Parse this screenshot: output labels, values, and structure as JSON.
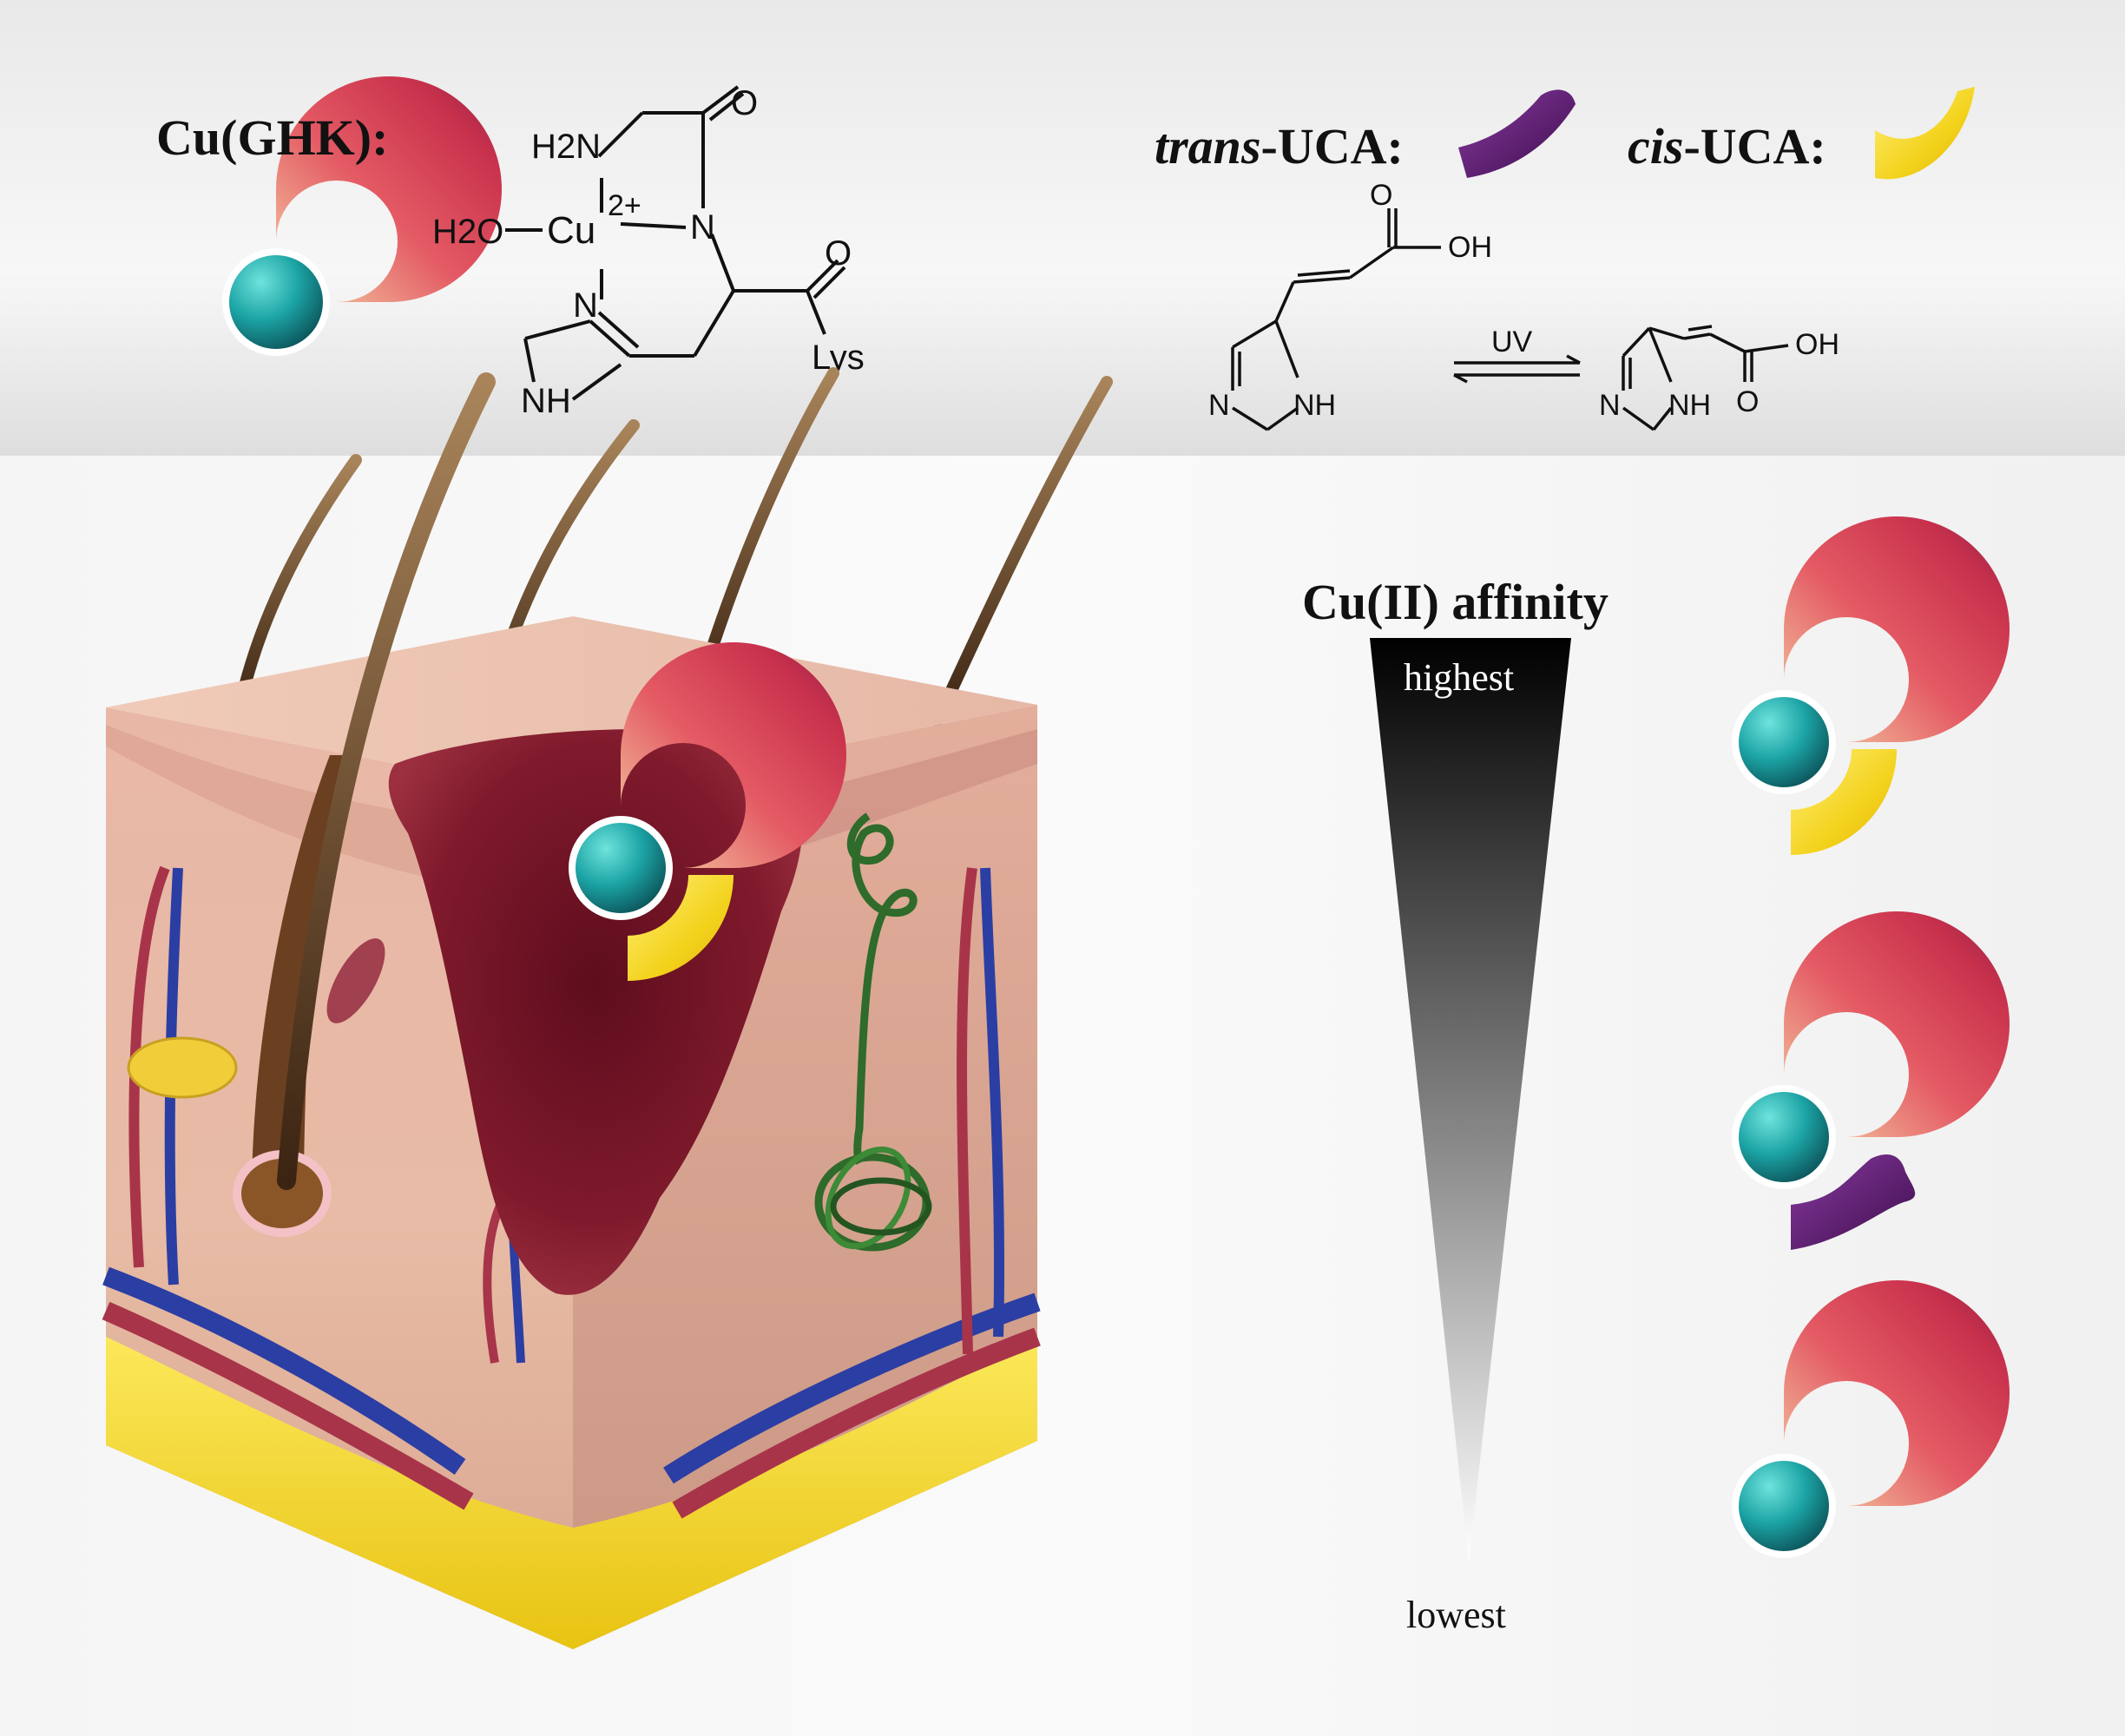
{
  "legend": {
    "cu_ghk_label": "Cu(GHK):",
    "trans_prefix": "trans",
    "trans_suffix": "-UCA:",
    "cis_prefix": "cis",
    "cis_suffix": "-UCA:"
  },
  "structure_cu_ghk": {
    "h2n": "H2N",
    "h2o": "H2O",
    "cu": "Cu",
    "charge": "2+",
    "n1": "N",
    "n2": "N",
    "nh": "NH",
    "o1": "O",
    "o2": "O",
    "lys": "Lys"
  },
  "structure_uca": {
    "o": "O",
    "oh_trans": "OH",
    "oh_cis": "OH",
    "n_trans": "N",
    "nh_trans": "NH",
    "n_cis": "N",
    "nh_cis": "NH",
    "o_cis": "O",
    "uv": "UV"
  },
  "affinity": {
    "title": "Cu(II) affinity",
    "highest": "highest",
    "lowest": "lowest"
  },
  "colors": {
    "ring_red": "#d9455a",
    "ring_light": "#f1c8a0",
    "copper_teal": "#1fa8a8",
    "trans_uca": "#5a1f6e",
    "cis_uca": "#f5d21e",
    "skin": "#e8b9a4",
    "fat": "#f3d622",
    "lesion": "#7a1528",
    "collagen": "#2f6b2a"
  }
}
